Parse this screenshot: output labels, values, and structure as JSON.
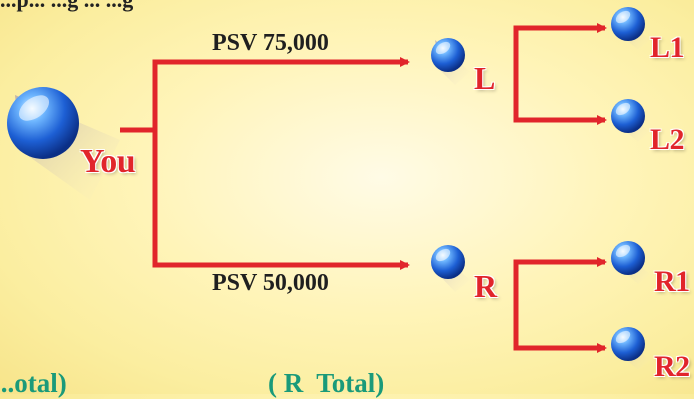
{
  "top_caption": "...p... ...g ... ...g",
  "nodes": {
    "you": "You",
    "l": "L",
    "r": "R",
    "l1": "L1",
    "l2": "L2",
    "r1": "R1",
    "r2": "R2"
  },
  "branches": {
    "left_psv": "PSV 75,000",
    "right_psv": "PSV 50,000"
  },
  "totals": {
    "left": "...otal)",
    "right": "( R  Total)"
  },
  "colors": {
    "arrow": "#e1252b",
    "label": "#e1252b",
    "total_text": "#1a9a7a",
    "sphere": "#2f7be0"
  }
}
